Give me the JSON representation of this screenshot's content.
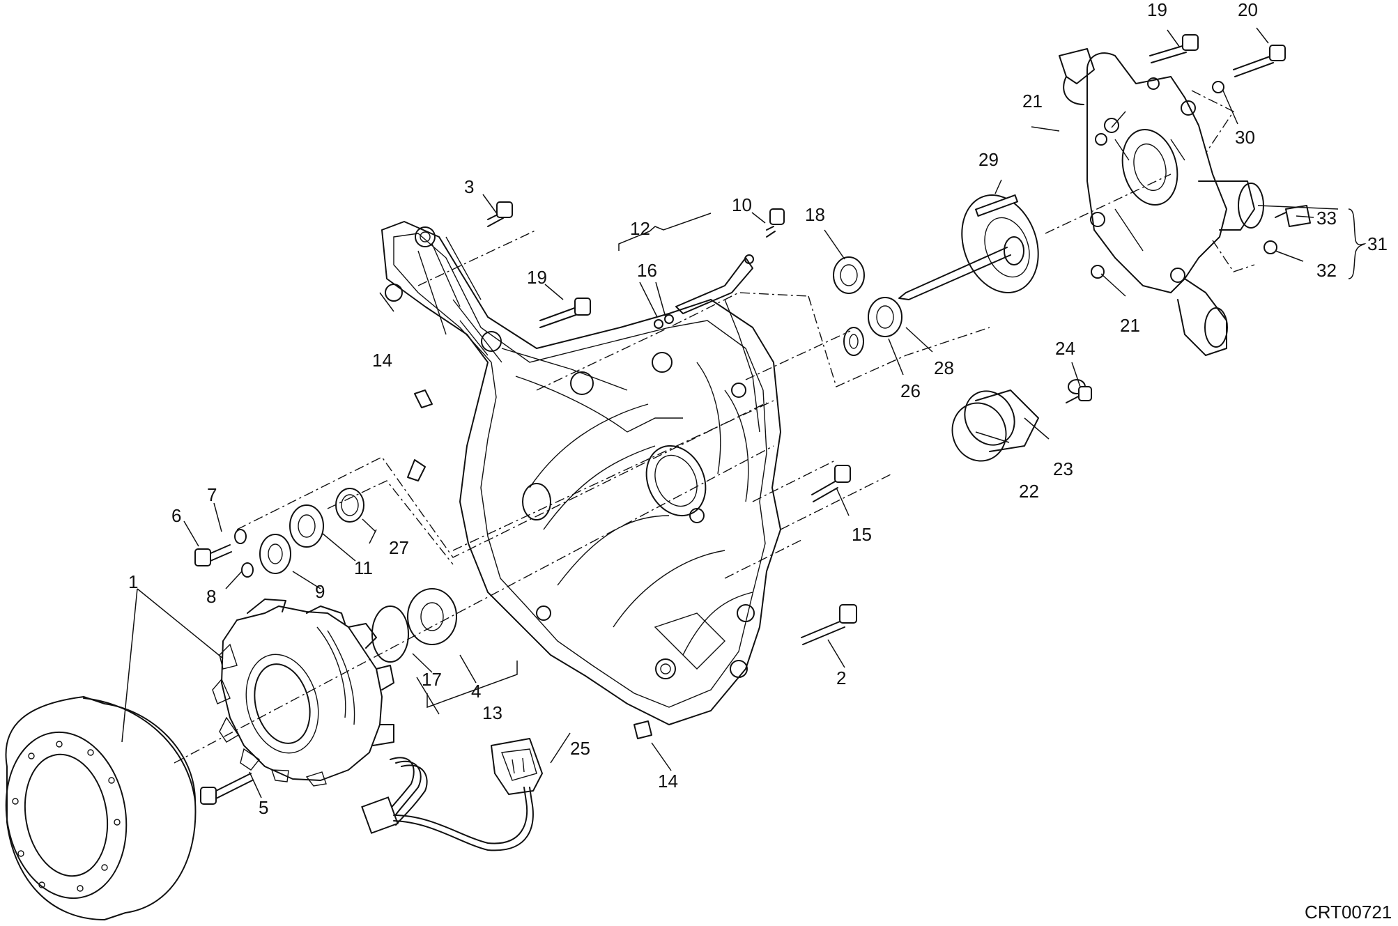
{
  "diagram": {
    "drawing_code": "CRT00721",
    "part_labels": [
      "1",
      "2",
      "3",
      "4",
      "5",
      "6",
      "7",
      "8",
      "9",
      "10",
      "11",
      "12",
      "13",
      "14",
      "14",
      "15",
      "16",
      "17",
      "18",
      "19",
      "19",
      "20",
      "21",
      "21",
      "22",
      "23",
      "24",
      "25",
      "26",
      "27",
      "28",
      "29",
      "30",
      "31",
      "32",
      "33"
    ]
  }
}
